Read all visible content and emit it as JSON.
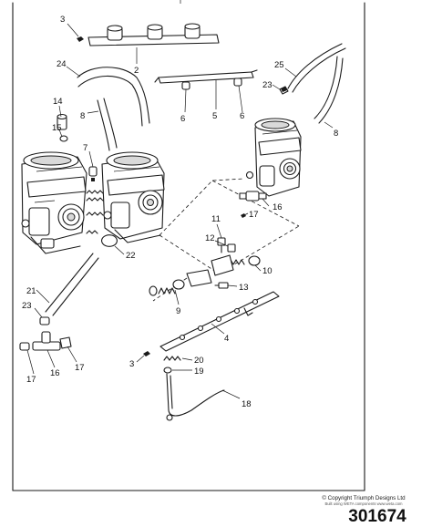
{
  "diagram": {
    "callouts": [
      "3",
      "2",
      "24",
      "25",
      "23",
      "14",
      "8",
      "15",
      "7",
      "6",
      "5",
      "6",
      "8",
      "16",
      "17",
      "11",
      "12",
      "22",
      "10",
      "21",
      "23",
      "13",
      "9",
      "4",
      "3",
      "20",
      "19",
      "17",
      "16",
      "17",
      "18"
    ],
    "reference_number": "301674",
    "copyright": "© Copyright Triumph Designs Ltd",
    "copyright_sub": "Built using WETA components  www.weta.com"
  }
}
